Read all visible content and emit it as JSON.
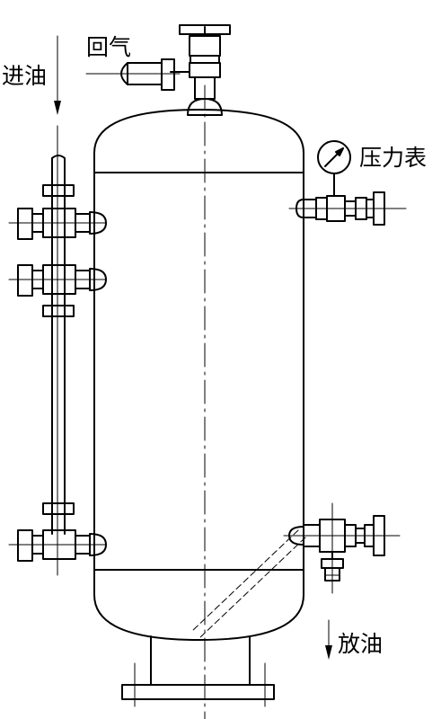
{
  "labels": {
    "inlet": "进油",
    "return_gas": "回气",
    "pressure_gauge": "压力表",
    "drain": "放油"
  },
  "colors": {
    "line": "#000000",
    "background": "#ffffff"
  }
}
